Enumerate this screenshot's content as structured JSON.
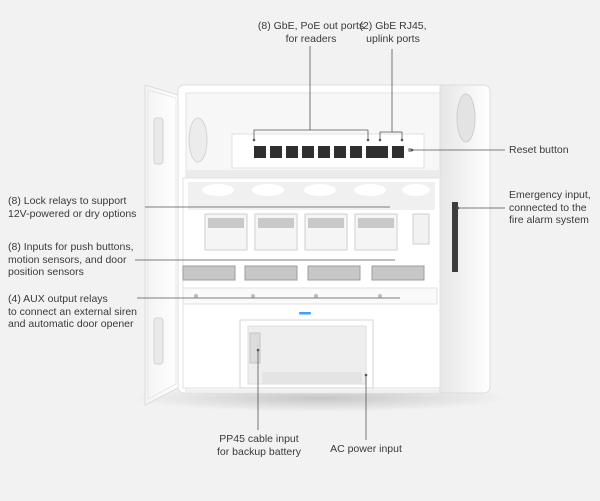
{
  "callouts": {
    "poe_ports": "(8) GbE, PoE out ports\nfor readers",
    "uplink_ports": "(2) GbE RJ45,\nuplink ports",
    "reset_button": "Reset button",
    "lock_relays": "(8) Lock relays to support\n12V-powered or dry options",
    "emergency_input": "Emergency input,\nconnected to the\nfire alarm system",
    "inputs": "(8) Inputs for push buttons,\nmotion sensors, and door\nposition sensors",
    "aux_relays": "(4) AUX output relays\nto connect an external siren\nand automatic door opener",
    "pp45_input": "PP45 cable input\nfor backup battery",
    "ac_power": "AC power input"
  },
  "colors": {
    "background": "#f2f2f2",
    "enclosure": "#ffffff",
    "leader_line": "#555555",
    "status_led": "#3aa0ff"
  }
}
